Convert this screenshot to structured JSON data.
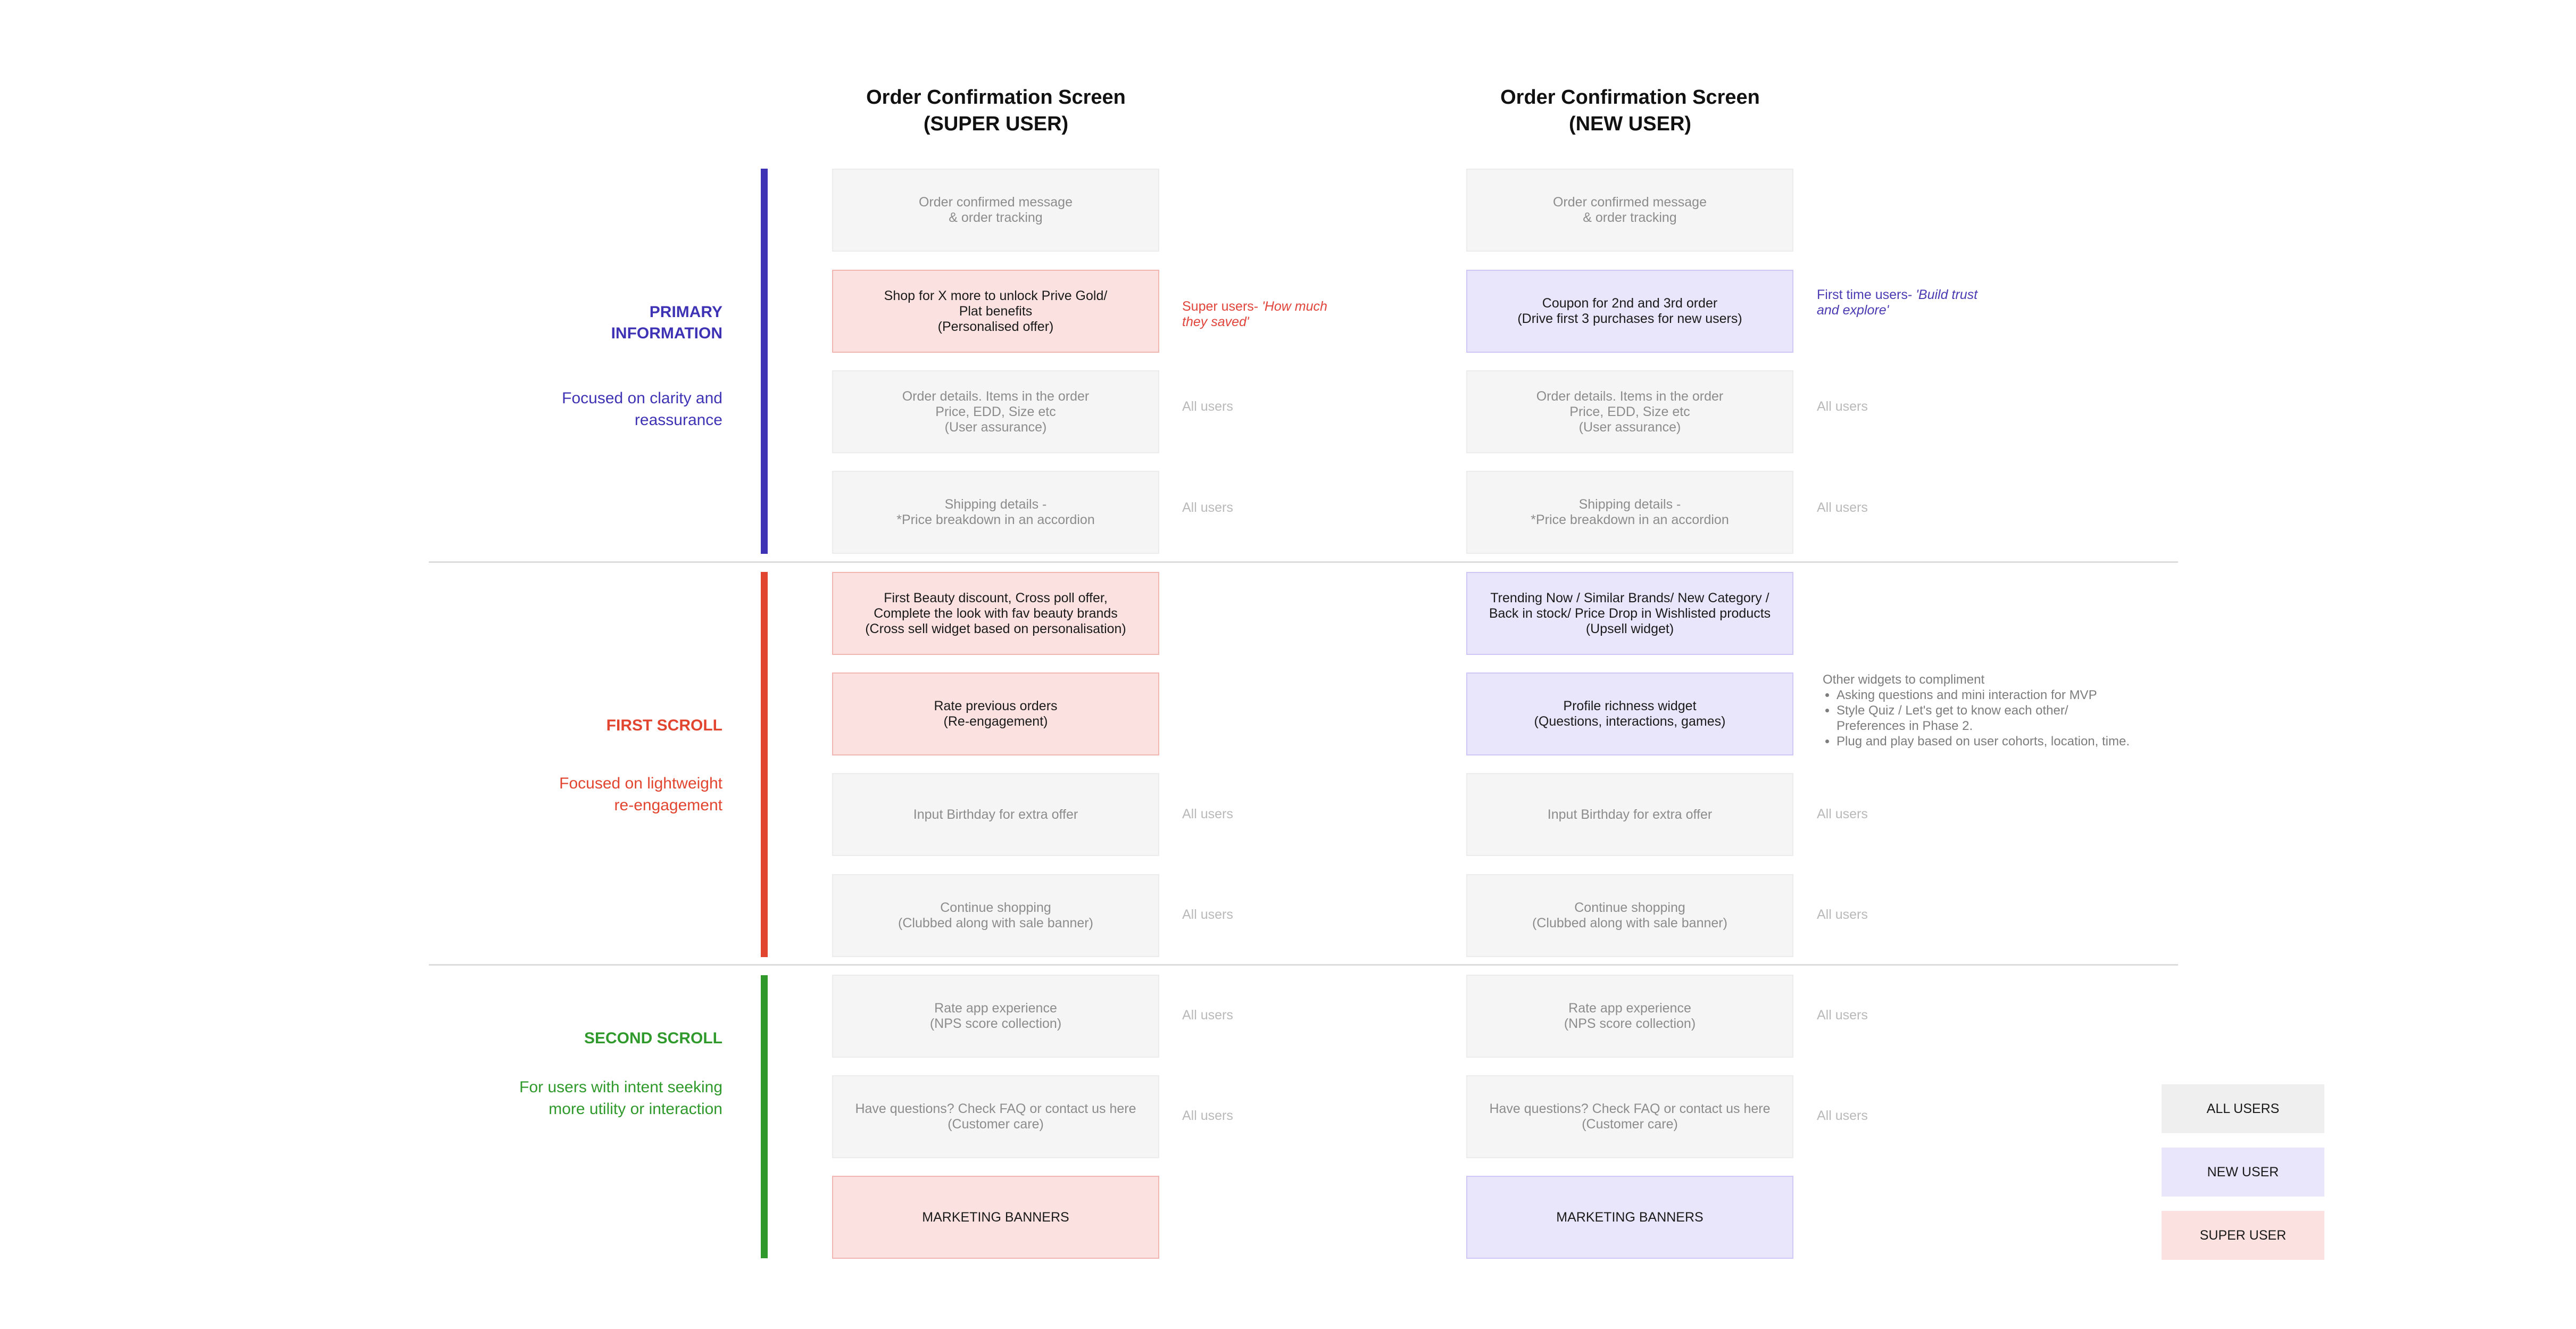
{
  "columns": {
    "super": {
      "title": "Order Confirmation Screen\n(SUPER USER)"
    },
    "new": {
      "title": "Order Confirmation Screen\n(NEW USER)"
    }
  },
  "colors": {
    "primary": "#3f33b5",
    "first_scroll": "#e2452f",
    "second_scroll": "#2f9a2b",
    "super_fill": "#fbe1e0",
    "new_fill": "#e9e6fc",
    "all_fill": "#f5f5f5"
  },
  "sections": {
    "primary": {
      "title": "PRIMARY\nINFORMATION",
      "subtitle": "Focused on clarity and\nreassurance"
    },
    "first": {
      "title": "FIRST SCROLL",
      "subtitle": "Focused on lightweight\nre-engagement"
    },
    "second": {
      "title": "SECOND SCROLL",
      "subtitle": "For users with intent seeking\nmore utility or interaction"
    }
  },
  "super_boxes": [
    {
      "text": "Order confirmed message\n& order tracking",
      "type": "all"
    },
    {
      "text": "Shop for X more to unlock Prive Gold/\nPlat benefits\n(Personalised offer)",
      "type": "super"
    },
    {
      "text": "Order details. Items in the order\nPrice, EDD, Size etc\n(User assurance)",
      "type": "all"
    },
    {
      "text": "Shipping details -\n*Price breakdown in an accordion",
      "type": "all"
    },
    {
      "text": "First Beauty discount, Cross poll offer,\nComplete the look with fav beauty brands\n(Cross sell widget based on personalisation)",
      "type": "super"
    },
    {
      "text": "Rate previous orders\n(Re-engagement)",
      "type": "super"
    },
    {
      "text": "Input Birthday for extra offer",
      "type": "all"
    },
    {
      "text": "Continue shopping\n(Clubbed along with sale banner)",
      "type": "all"
    },
    {
      "text": "Rate app experience\n(NPS score collection)",
      "type": "all"
    },
    {
      "text": "Have questions? Check FAQ or contact us here\n(Customer care)",
      "type": "all"
    },
    {
      "text": "MARKETING BANNERS",
      "type": "super"
    }
  ],
  "new_boxes": [
    {
      "text": "Order confirmed message\n& order tracking",
      "type": "all"
    },
    {
      "text": "Coupon for 2nd and 3rd order\n(Drive first 3 purchases for new users)",
      "type": "new"
    },
    {
      "text": "Order details. Items in the order\nPrice, EDD, Size etc\n(User assurance)",
      "type": "all"
    },
    {
      "text": "Shipping details -\n*Price breakdown in an accordion",
      "type": "all"
    },
    {
      "text": "Trending Now / Similar Brands/ New Category /\nBack in stock/ Price Drop in Wishlisted products\n(Upsell widget)",
      "type": "new"
    },
    {
      "text": "Profile richness widget\n(Questions, interactions, games)",
      "type": "new"
    },
    {
      "text": "Input Birthday for extra offer",
      "type": "all"
    },
    {
      "text": "Continue shopping\n(Clubbed along with sale banner)",
      "type": "all"
    },
    {
      "text": "Rate app experience\n(NPS score collection)",
      "type": "all"
    },
    {
      "text": "Have questions? Check FAQ or contact us here\n(Customer care)",
      "type": "all"
    },
    {
      "text": "MARKETING BANNERS",
      "type": "new"
    }
  ],
  "super_notes": {
    "saved_prefix": "Super users- ",
    "saved_quote": "'How much\nthey saved'",
    "all_users": "All users"
  },
  "new_notes": {
    "trust_prefix": "First time users- ",
    "trust_quote": "'Build trust\nand explore'",
    "all_users": "All users"
  },
  "other_widgets": {
    "heading": "Other widgets to compliment",
    "items": [
      "Asking questions and mini interaction for MVP",
      "Style Quiz / Let's get to know each other/\nPreferences in Phase 2.",
      "Plug and play based on user cohorts, location, time."
    ]
  },
  "legend": {
    "all": "ALL USERS",
    "new": "NEW USER",
    "super": "SUPER USER"
  }
}
